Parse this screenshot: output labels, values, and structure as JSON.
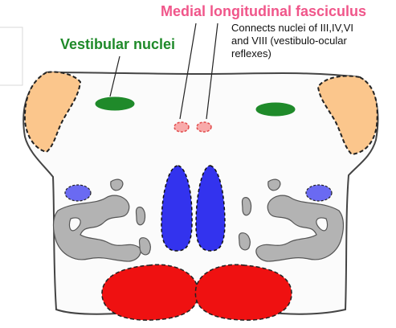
{
  "labels": {
    "mlf_title": "Medial longitudinal fasciculus",
    "mlf_caption": [
      "Connects nuclei of III,IV,VI",
      "and VIII (vestibulo-ocular",
      "reflexes)"
    ],
    "vn_title": "Vestibular nuclei"
  },
  "colors": {
    "mlf": "#f0568a",
    "vestibular": "#1f8a2a",
    "tan": "#fbc68c",
    "red": "#ef1111",
    "blue": "#3333ee",
    "light_blue": "#6a6af2",
    "gray": "#b3b3b3",
    "outline": "#444444",
    "background": "#ffffff",
    "body_fill": "#fbfbfb"
  }
}
